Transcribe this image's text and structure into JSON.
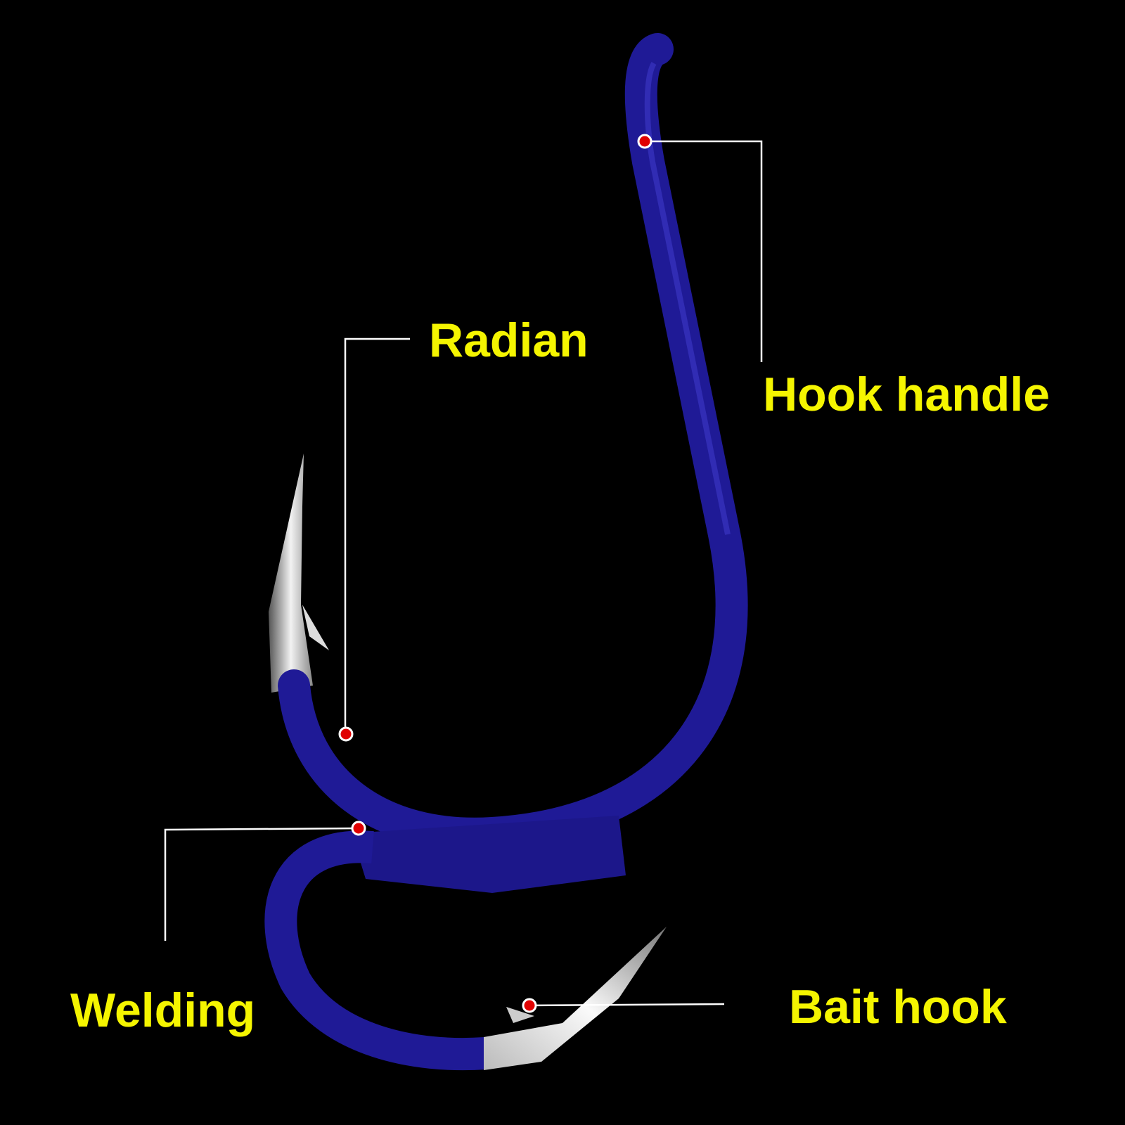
{
  "labels": {
    "hook_handle": "Hook handle",
    "radian": "Radian",
    "welding": "Welding",
    "bait_hook": "Bait hook"
  },
  "colors": {
    "background": "#000000",
    "hook": "#1f1a96",
    "label_text": "#f5f500",
    "marker": "#e00000",
    "leader_line": "#ffffff"
  }
}
